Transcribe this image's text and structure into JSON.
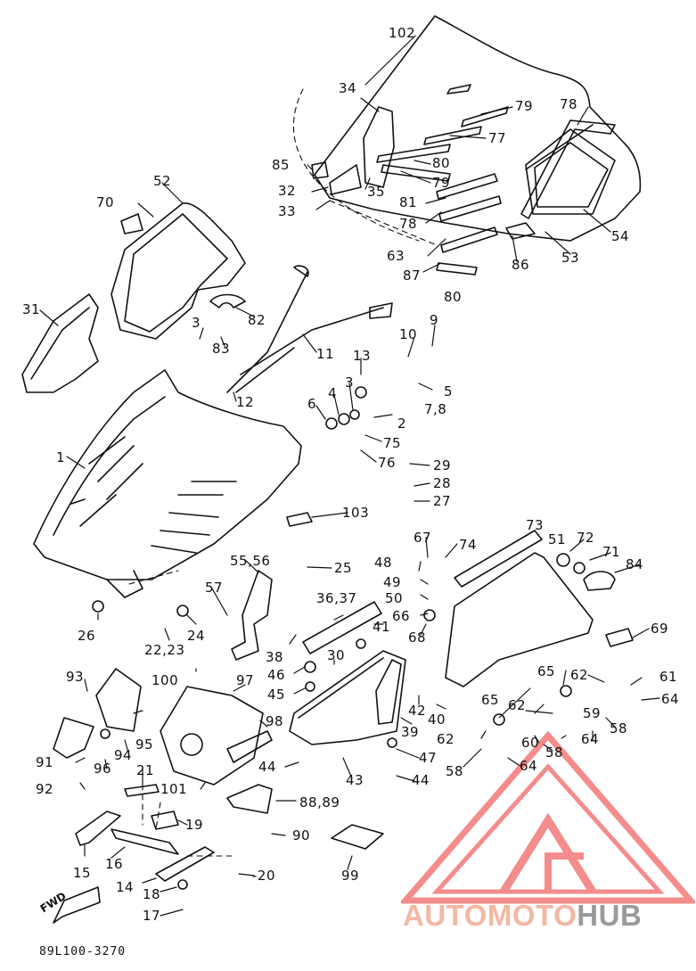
{
  "labels": {
    "l102": "102",
    "l34": "34",
    "l79a": "79",
    "l77": "77",
    "l85": "85",
    "l32": "32",
    "l33": "33",
    "l35": "35",
    "l80a": "80",
    "l79b": "79",
    "l78a": "78",
    "l81": "81",
    "l78b": "78",
    "l63": "63",
    "l87": "87",
    "l80b": "80",
    "l86": "86",
    "l53": "53",
    "l54": "54",
    "l70": "70",
    "l52": "52",
    "l31": "31",
    "l3a": "3",
    "l82": "82",
    "l83": "83",
    "l11": "11",
    "l12": "12",
    "l9": "9",
    "l10": "10",
    "l13": "13",
    "l3b": "3",
    "l4": "4",
    "l6": "6",
    "l5": "5",
    "l78c": "7,8",
    "l2": "2",
    "l75": "75",
    "l76": "76",
    "l29": "29",
    "l28": "28",
    "l27": "27",
    "l1": "1",
    "l103": "103",
    "l67": "67",
    "l74": "74",
    "l73": "73",
    "l51": "51",
    "l72": "72",
    "l71": "71",
    "l84": "84",
    "l5556": "55,56",
    "l25": "25",
    "l48": "48",
    "l49": "49",
    "l50": "50",
    "l66": "66",
    "l68": "68",
    "l57": "57",
    "l26": "26",
    "l2223": "22,23",
    "l24": "24",
    "l3637": "36,37",
    "l41": "41",
    "l38": "38",
    "l30": "30",
    "l46": "46",
    "l45": "45",
    "l100": "100",
    "l97": "97",
    "l69": "69",
    "l65a": "65",
    "l62a": "62",
    "l61": "61",
    "l64a": "64",
    "l65b": "65",
    "l62b": "62",
    "l59": "59",
    "l42": "42",
    "l40": "40",
    "l58a": "58",
    "l93": "93",
    "l95": "95",
    "l98": "98",
    "l39": "39",
    "l62c": "62",
    "l60": "60",
    "l64b": "64",
    "l58b": "58",
    "l91": "91",
    "l96": "96",
    "l94": "94",
    "l44a": "44",
    "l43": "43",
    "l47": "47",
    "l58c": "58",
    "l64c": "64",
    "l92": "92",
    "l44b": "44",
    "l21": "21",
    "l101": "101",
    "l8889": "88,89",
    "l19": "19",
    "l90": "90",
    "l15": "15",
    "l16": "16",
    "l20": "-20",
    "l99": "99",
    "l14": "14",
    "l18": "18",
    "l17": "17"
  },
  "fwd_arrow": "FWD",
  "drawing_code": "89L100-3270",
  "watermark": {
    "part1": "AUTOMOTO",
    "part2": "HUB",
    "colors": {
      "accent": "#f2b8a3",
      "gray": "#9a9a9a"
    }
  }
}
